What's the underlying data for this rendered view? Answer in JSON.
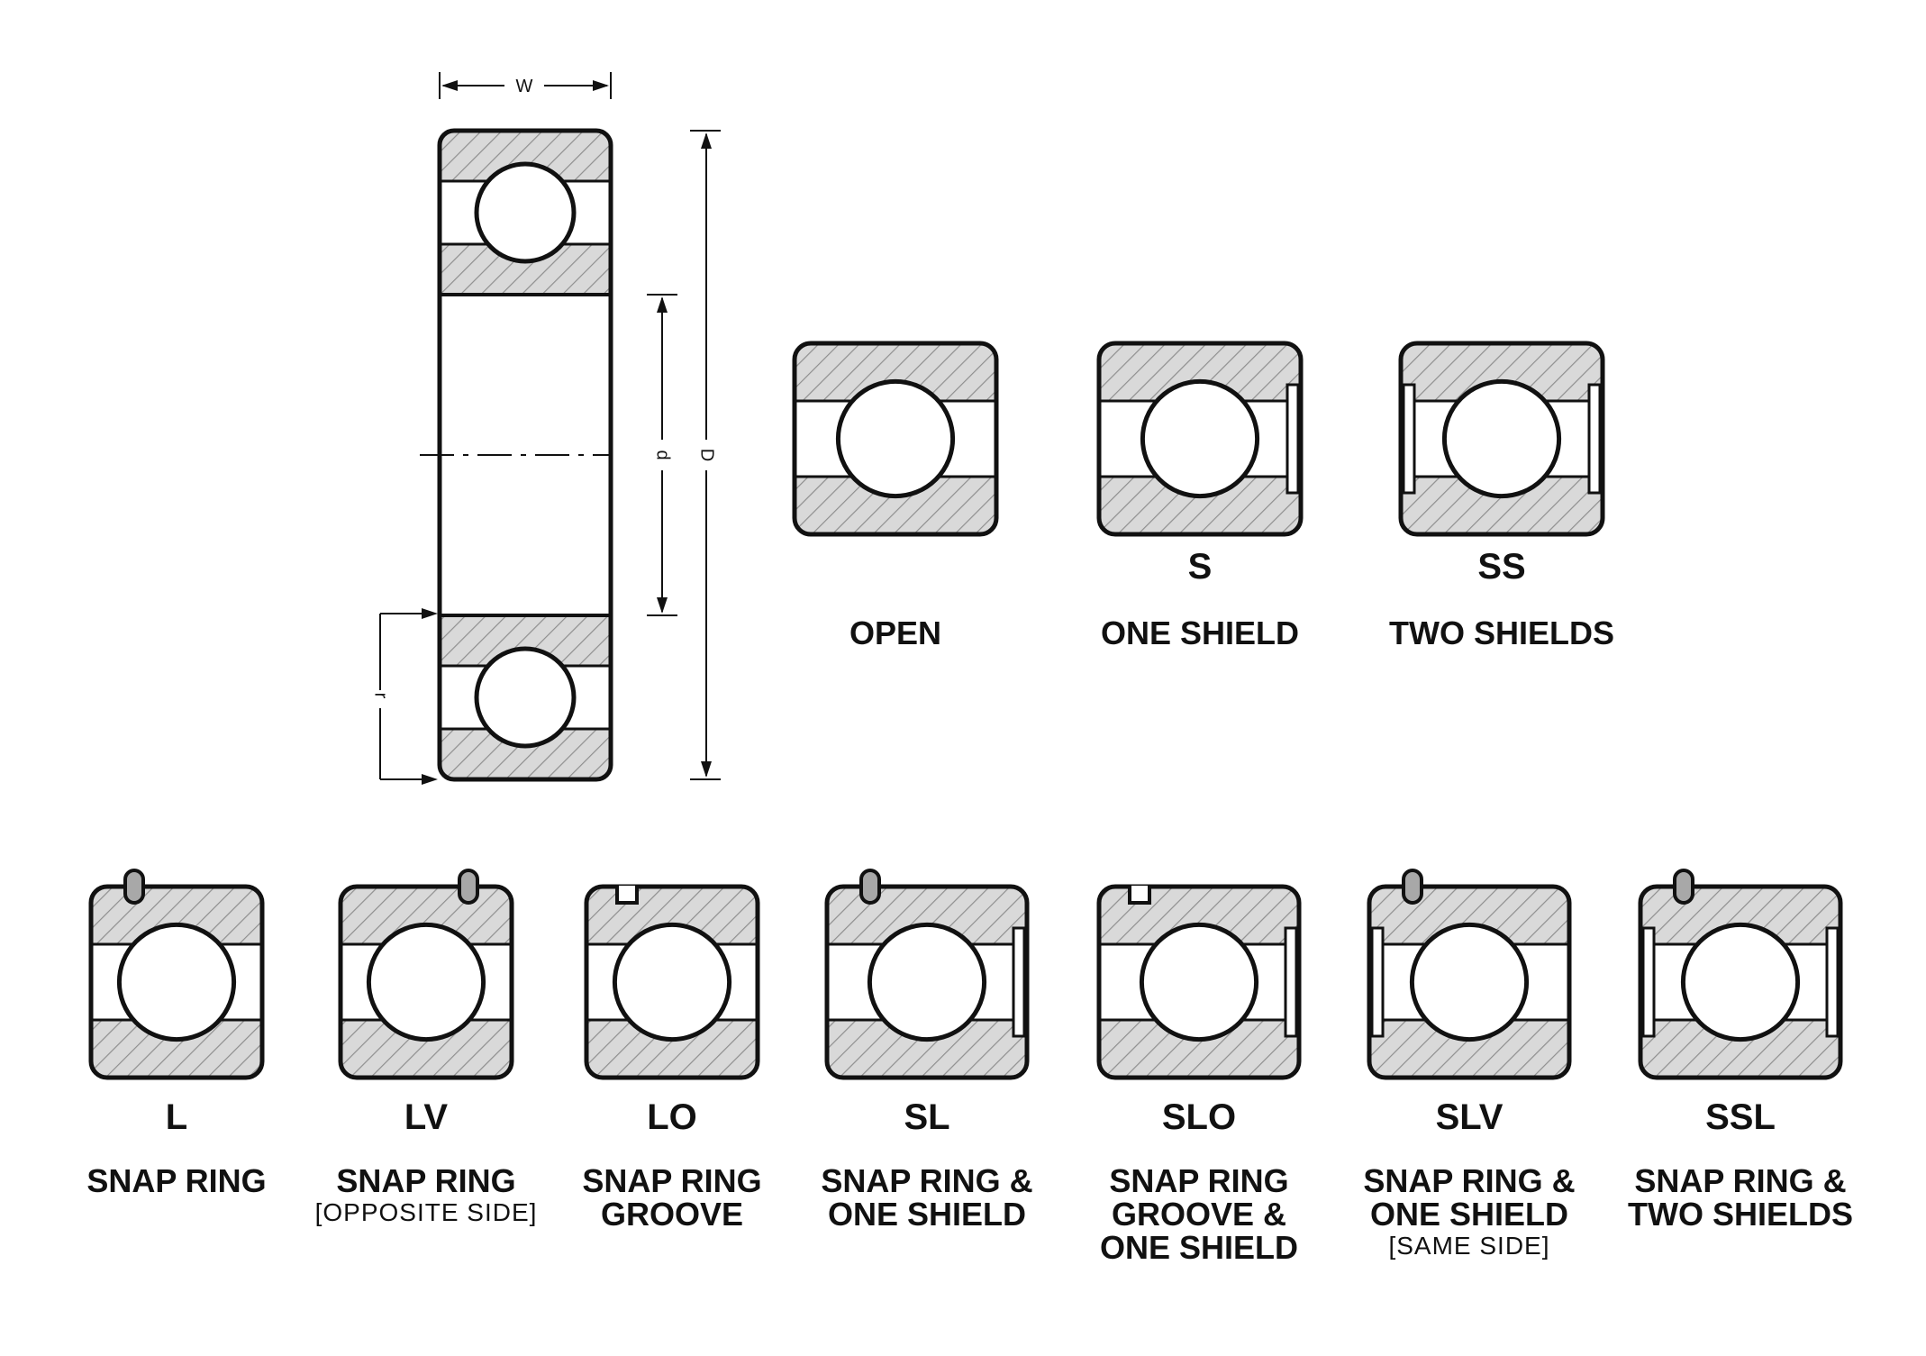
{
  "colors": {
    "stroke": "#111111",
    "hatch_fill": "#d9d9d9",
    "hatch_line": "#8f8f8f",
    "background": "#ffffff"
  },
  "dimensions": {
    "width": "W",
    "bore": "d",
    "outer": "D",
    "radius": "r"
  },
  "top_row": [
    {
      "code": "",
      "lines": [
        "OPEN"
      ],
      "note": "",
      "shield_left": false,
      "shield_right": false,
      "ring": "",
      "groove": false
    },
    {
      "code": "S",
      "lines": [
        "ONE SHIELD"
      ],
      "note": "",
      "shield_left": false,
      "shield_right": true,
      "ring": "",
      "groove": false
    },
    {
      "code": "SS",
      "lines": [
        "TWO SHIELDS"
      ],
      "note": "",
      "shield_left": true,
      "shield_right": true,
      "ring": "",
      "groove": false
    }
  ],
  "bottom_row": [
    {
      "code": "L",
      "lines": [
        "SNAP RING"
      ],
      "note": "",
      "shield_left": false,
      "shield_right": false,
      "ring": "left",
      "groove": false
    },
    {
      "code": "LV",
      "lines": [
        "SNAP RING"
      ],
      "note": "[OPPOSITE SIDE]",
      "shield_left": false,
      "shield_right": false,
      "ring": "right",
      "groove": false
    },
    {
      "code": "LO",
      "lines": [
        "SNAP RING",
        "GROOVE"
      ],
      "note": "",
      "shield_left": false,
      "shield_right": false,
      "ring": "",
      "groove": true
    },
    {
      "code": "SL",
      "lines": [
        "SNAP RING &",
        "ONE SHIELD"
      ],
      "note": "",
      "shield_left": false,
      "shield_right": true,
      "ring": "left",
      "groove": false
    },
    {
      "code": "SLO",
      "lines": [
        "SNAP RING",
        "GROOVE &",
        "ONE SHIELD"
      ],
      "note": "",
      "shield_left": false,
      "shield_right": true,
      "ring": "",
      "groove": true
    },
    {
      "code": "SLV",
      "lines": [
        "SNAP RING &",
        "ONE SHIELD"
      ],
      "note": "[SAME SIDE]",
      "shield_left": true,
      "shield_right": false,
      "ring": "left",
      "groove": false
    },
    {
      "code": "SSL",
      "lines": [
        "SNAP RING &",
        "TWO SHIELDS"
      ],
      "note": "",
      "shield_left": true,
      "shield_right": true,
      "ring": "left",
      "groove": false
    }
  ]
}
